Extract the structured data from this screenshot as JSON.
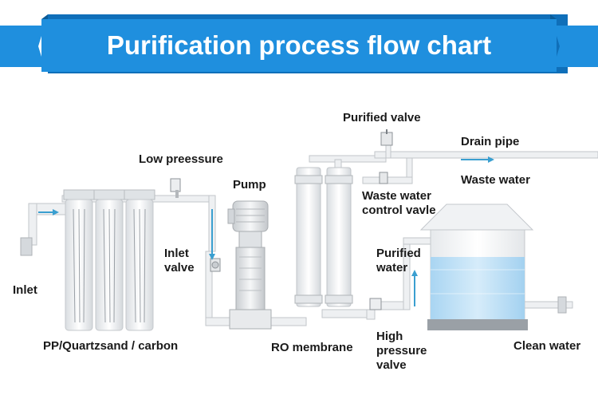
{
  "title": "Purification process flow chart",
  "labels": {
    "purified_valve": "Purified valve",
    "drain_pipe": "Drain pipe",
    "low_pressure": "Low preessure",
    "waste_water": "Waste water",
    "pump": "Pump",
    "waste_water_control_valve": [
      "Waste water",
      "control vavle"
    ],
    "inlet_valve": [
      "Inlet",
      "valve"
    ],
    "purified_water": [
      "Purified",
      "water"
    ],
    "inlet": "Inlet",
    "filters": "PP/Quartzsand / carbon",
    "ro_membrane": "RO membrane",
    "high_pressure_valve": [
      "High",
      "pressure",
      "valve"
    ],
    "clean_water": "Clean water"
  },
  "colors": {
    "banner": "#1f8fde",
    "banner_dark": "#0f6fb9",
    "arrow": "#3a9fd0",
    "water": "#bfe0f6",
    "pipe": "#eef0f2",
    "pipe_stroke": "#b8bcc0"
  }
}
